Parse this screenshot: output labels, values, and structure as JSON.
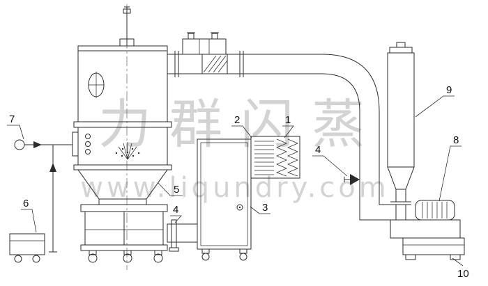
{
  "watermark": {
    "brand": "力群闪蒸",
    "url": "www.liqundry.com",
    "color": "#c9c9c9"
  },
  "callouts": {
    "n1": "1",
    "n2": "2",
    "n3": "3",
    "n4_top": "4",
    "n4_bottom": "4",
    "n5": "5",
    "n6": "6",
    "n7": "7",
    "n8": "8",
    "n9": "9",
    "n10": "10"
  },
  "colors": {
    "line": "#2b2b2b",
    "background": "#ffffff"
  }
}
